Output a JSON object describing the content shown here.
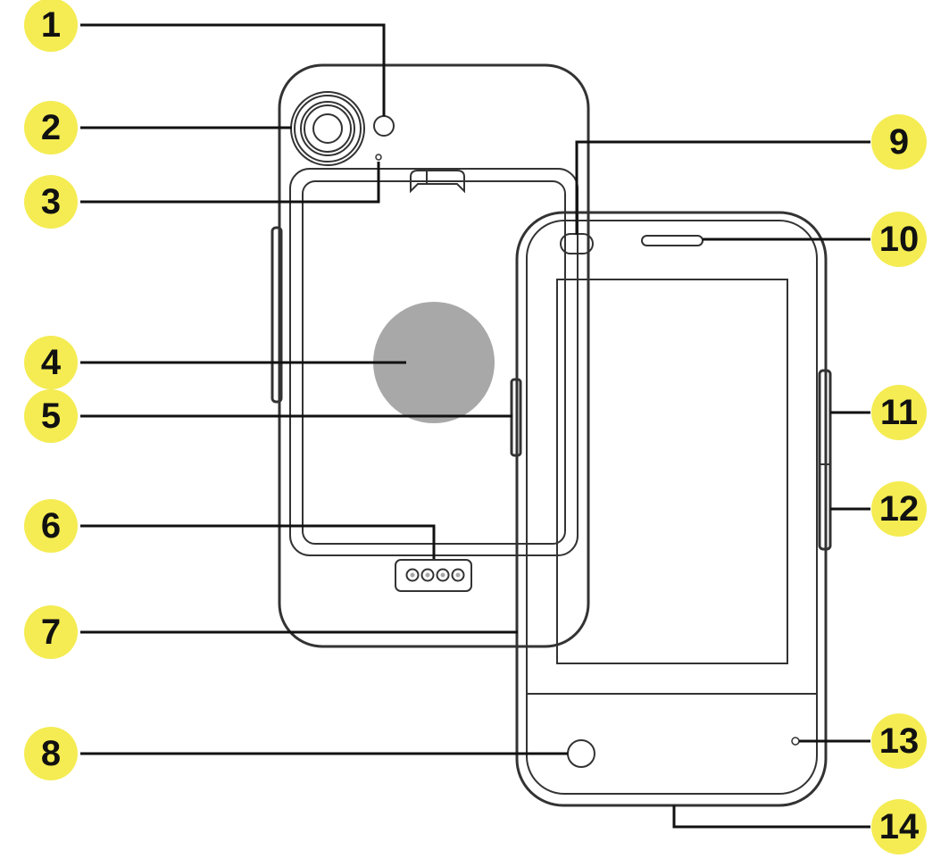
{
  "colors": {
    "callout_badge": "#f4ec52",
    "callout_text": "#111111",
    "phone_body": "#d7d7d7",
    "phone_outline": "#333333",
    "screen": "#a8a8a8",
    "speaker_area": "#a8a8a8",
    "leader_line": "#111111"
  },
  "callouts": [
    {
      "id": "1",
      "label": "1"
    },
    {
      "id": "2",
      "label": "2"
    },
    {
      "id": "3",
      "label": "3"
    },
    {
      "id": "4",
      "label": "4"
    },
    {
      "id": "5",
      "label": "5"
    },
    {
      "id": "6",
      "label": "6"
    },
    {
      "id": "7",
      "label": "7"
    },
    {
      "id": "8",
      "label": "8"
    },
    {
      "id": "9",
      "label": "9"
    },
    {
      "id": "10",
      "label": "10"
    },
    {
      "id": "11",
      "label": "11"
    },
    {
      "id": "12",
      "label": "12"
    },
    {
      "id": "13",
      "label": "13"
    },
    {
      "id": "14",
      "label": "14"
    }
  ]
}
